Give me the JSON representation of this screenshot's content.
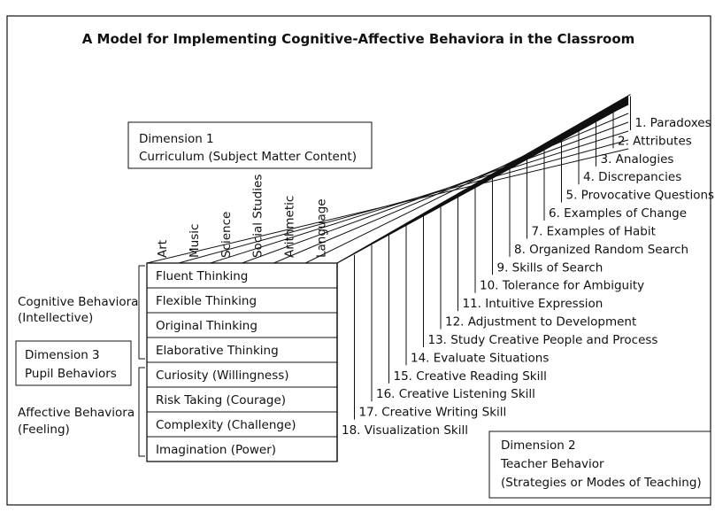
{
  "title": "A Model for Implementing Cognitive-Affective Behaviora in the Classroom",
  "dimension1": {
    "heading": "Dimension 1",
    "subtitle": "Curriculum (Subject Matter Content)"
  },
  "dimension2": {
    "heading": "Dimension 2",
    "line2": "Teacher Behavior",
    "line3": "(Strategies or Modes of Teaching)"
  },
  "dimension3": {
    "heading": "Dimension 3",
    "subtitle": "Pupil Behaviors"
  },
  "subjects": [
    "Art",
    "Music",
    "Science",
    "Social Studies",
    "Arithmetic",
    "Language"
  ],
  "behavior_rows": [
    "Fluent Thinking",
    "Flexible Thinking",
    "Original Thinking",
    "Elaborative Thinking",
    "Curiosity (Willingness)",
    "Risk Taking (Courage)",
    "Complexity (Challenge)",
    "Imagination (Power)"
  ],
  "groups": {
    "cognitive": {
      "line1": "Cognitive Behaviora",
      "line2": "(Intellective)"
    },
    "affective": {
      "line1": "Affective Behaviora",
      "line2": "(Feeling)"
    }
  },
  "strategies": [
    "1. Paradoxes",
    "2. Attributes",
    "3. Analogies",
    "4. Discrepancies",
    "5. Provocative Questions",
    "6. Examples of Change",
    "7. Examples of Habit",
    "8. Organized Random Search",
    "9. Skills of Search",
    "10. Tolerance for Ambiguity",
    "11. Intuitive Expression",
    "12. Adjustment to Development",
    "13. Study Creative People and  Process",
    "14. Evaluate Situations",
    "15. Creative Reading Skill",
    "16. Creative Listening Skill",
    "17. Creative Writing Skill",
    "18. Visualization Skill"
  ]
}
